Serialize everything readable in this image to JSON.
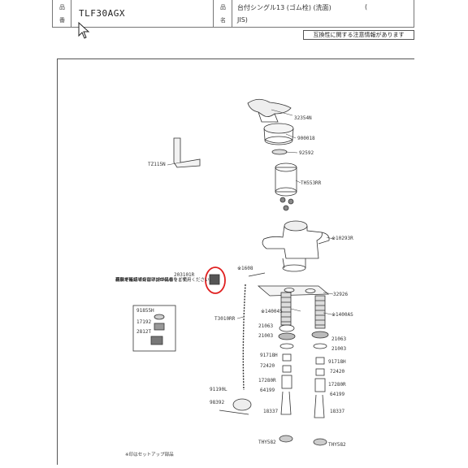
{
  "header": {
    "part_no_label": [
      "品",
      "番"
    ],
    "model_number": "TLF30AGX",
    "name_label": [
      "品",
      "名"
    ],
    "product_name_line1": "台付シングル13 (ゴム栓) (洗面)",
    "product_name_paren": "(",
    "product_name_line2": "JIS)",
    "compat_notice": "互換性に関する注意情報があります"
  },
  "diagram": {
    "parts": {
      "p32354N": "32354N",
      "p900018": "900018",
      "p92592": "92592",
      "pTZ115N": "TZ115N",
      "pTH553RR": "TH553RR",
      "p10293R": "※10293R",
      "p203101R": "203101R",
      "p1608": "※1608",
      "p32926": "32926",
      "p140045": "※140045",
      "p1400AS": "※1400AS",
      "pT3010RR": "T3010RR",
      "p21063L": "21063",
      "p21003L": "21003",
      "p21063R": "21063",
      "p21003R": "21003",
      "p91718HL": "91718H",
      "p72420L": "72420",
      "p91718HR": "91718H",
      "p72420R": "72420",
      "p17280RL": "17280R",
      "p64199L": "64199",
      "p17280RR": "17280R",
      "p64199R": "64199",
      "p91190L": "91190L",
      "p98392": "98392",
      "p18337L": "18337",
      "p18337R": "18337",
      "pTHY582L": "THY582",
      "pTHY582R": "THY582",
      "p9185H": "91855H",
      "p17192": "17192",
      "p2812T": "2812T"
    },
    "note_lines": [
      "新旧で接続ネジサイズが異なります。",
      "現状キャップの刻印(M26)の",
      "有無を確認ください。",
      "刻印が無い場合は下記の品番をご使用ください。"
    ],
    "footer_note": "※印はセットアップ部品"
  },
  "colors": {
    "accent_circle": "#e02020",
    "line": "#333333"
  },
  "icons": {
    "cursor": "mouse-pointer-icon"
  }
}
